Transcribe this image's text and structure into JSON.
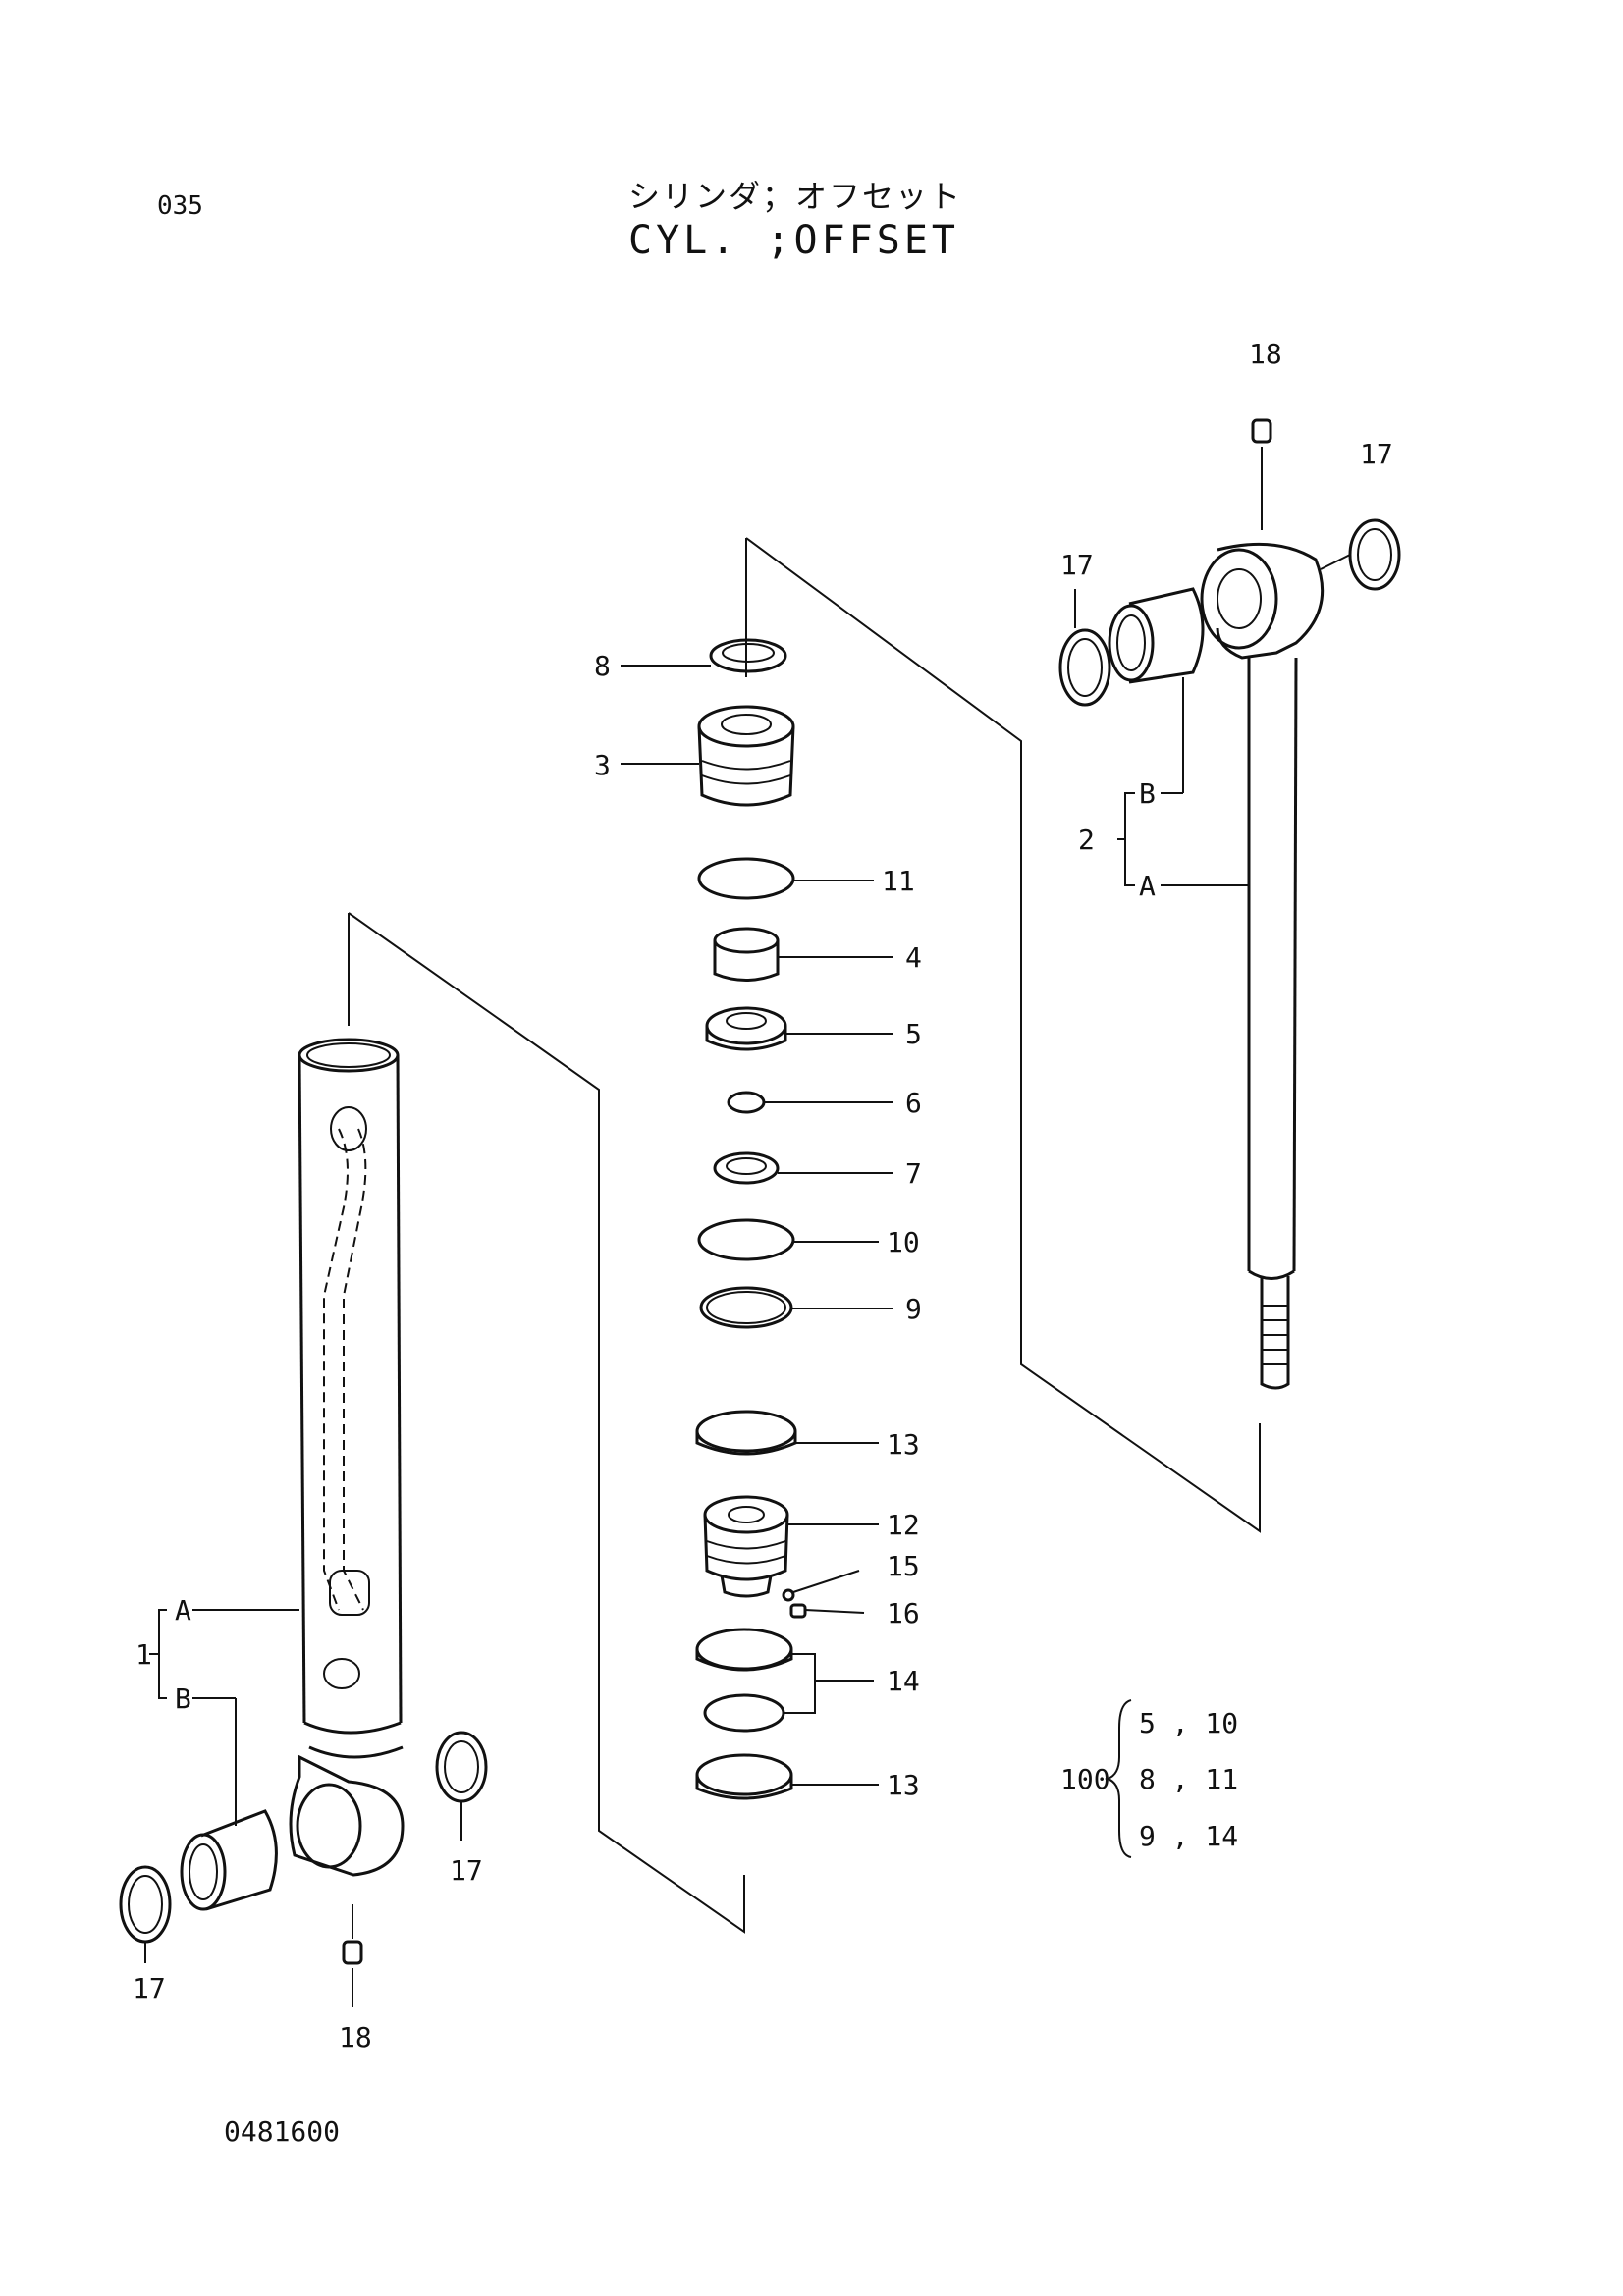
{
  "page_number": "035",
  "title_jp": "シリンダ；オフセット",
  "title_en": "CYL. ;OFFSET",
  "drawing_code": "0481600",
  "callouts": {
    "c1": "1",
    "c1a": "A",
    "c1b": "B",
    "c2": "2",
    "c2a": "A",
    "c2b": "B",
    "c3": "3",
    "c4": "4",
    "c5": "5",
    "c6": "6",
    "c7": "7",
    "c8": "8",
    "c9": "9",
    "c10": "10",
    "c11": "11",
    "c12": "12",
    "c13a": "13",
    "c13b": "13",
    "c14": "14",
    "c15": "15",
    "c16": "16",
    "c17a": "17",
    "c17b": "17",
    "c17c": "17",
    "c17d": "17",
    "c18a": "18",
    "c18b": "18"
  },
  "kit": {
    "number": "100",
    "line1": "5 , 10",
    "line2": "8 , 11",
    "line3": "9 , 14"
  }
}
